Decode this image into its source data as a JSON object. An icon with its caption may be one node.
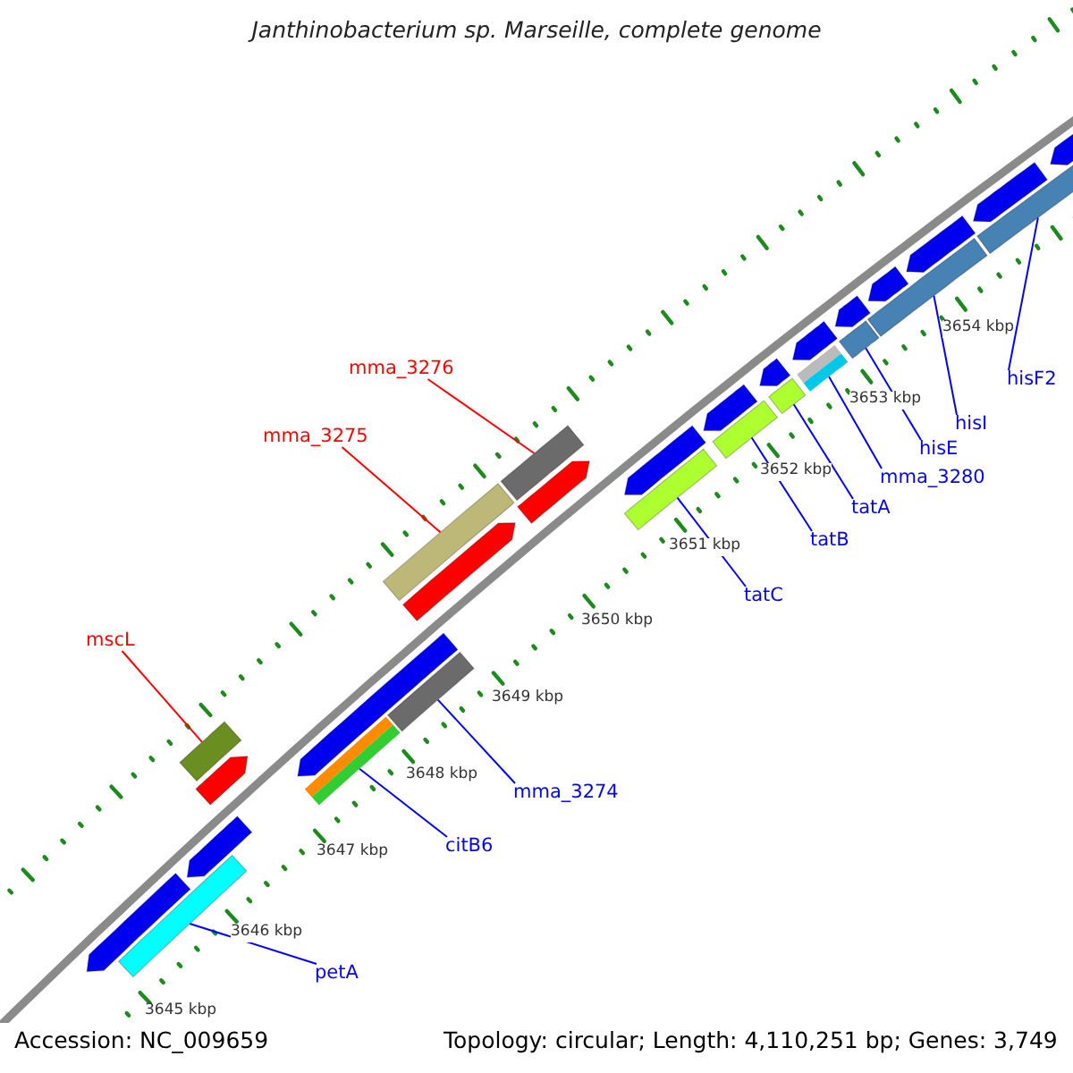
{
  "diagram": {
    "title": "Janthinobacterium sp. Marseille, complete genome",
    "nodes": [
      {
        "text": [
          "mma_3276"
        ]
      },
      {
        "text": [],
        "shape": "bar"
      },
      {
        "text": [
          "mma_3275"
        ]
      },
      {
        "text": [],
        "shape": "bar"
      },
      {
        "text": [
          "mscL"
        ]
      },
      {
        "text": [],
        "shape": "bar"
      },
      {
        "text": [
          "hisF2"
        ]
      },
      {
        "text": [],
        "shape": "bar"
      },
      {
        "text": [
          "hisI"
        ]
      },
      {
        "text": [],
        "shape": "bar"
      },
      {
        "text": [
          "hisE"
        ]
      },
      {
        "text": [],
        "shape": "bar"
      },
      {
        "text": [
          "mma_3280"
        ]
      },
      {
        "text": [],
        "shape": "bar"
      },
      {
        "text": [
          "tatA"
        ]
      },
      {
        "text": [],
        "shape": "bar"
      },
      {
        "text": [
          "tatB"
        ]
      },
      {
        "text": [],
        "shape": "bar"
      },
      {
        "text": [
          "tatC"
        ]
      },
      {
        "text": [],
        "shape": "bar"
      },
      {
        "text": [
          "mma_3274"
        ]
      },
      {
        "text": [],
        "shape": "bar"
      },
      {
        "text": [
          "citB6"
        ]
      },
      {
        "text": [],
        "shape": "bar"
      },
      {
        "text": [
          "petA"
        ]
      },
      {
        "text": [],
        "shape": "bar"
      }
    ],
    "edges": [
      {
        "from": 0,
        "to": 1,
        "arrow": "none",
        "color": "#ff0000"
      },
      {
        "from": 2,
        "to": 3,
        "arrow": "none",
        "color": "#ff0000"
      },
      {
        "from": 4,
        "to": 5,
        "arrow": "none",
        "color": "#ff0000"
      },
      {
        "from": 6,
        "to": 7,
        "arrow": "none"
      },
      {
        "from": 8,
        "to": 9,
        "arrow": "none"
      },
      {
        "from": 10,
        "to": 11,
        "arrow": "none"
      },
      {
        "from": 12,
        "to": 13,
        "arrow": "none"
      },
      {
        "from": 14,
        "to": 15,
        "arrow": "none"
      },
      {
        "from": 16,
        "to": 17,
        "arrow": "none"
      },
      {
        "from": 18,
        "to": 19,
        "arrow": "none"
      },
      {
        "from": 20,
        "to": 21,
        "arrow": "none"
      },
      {
        "from": 22,
        "to": 23,
        "arrow": "none"
      },
      {
        "from": 24,
        "to": 25,
        "arrow": "none"
      }
    ],
    "labels": [
      "3645 kbp",
      "3646 kbp",
      "3647 kbp",
      "3648 kbp",
      "3649 kbp",
      "3650 kbp",
      "3651 kbp",
      "3652 kbp",
      "3653 kbp",
      "3654 kbp",
      "Accession: NC_009659",
      "Topology: circular; Length: 4,110,251 bp; Genes: 3,749"
    ]
  }
}
